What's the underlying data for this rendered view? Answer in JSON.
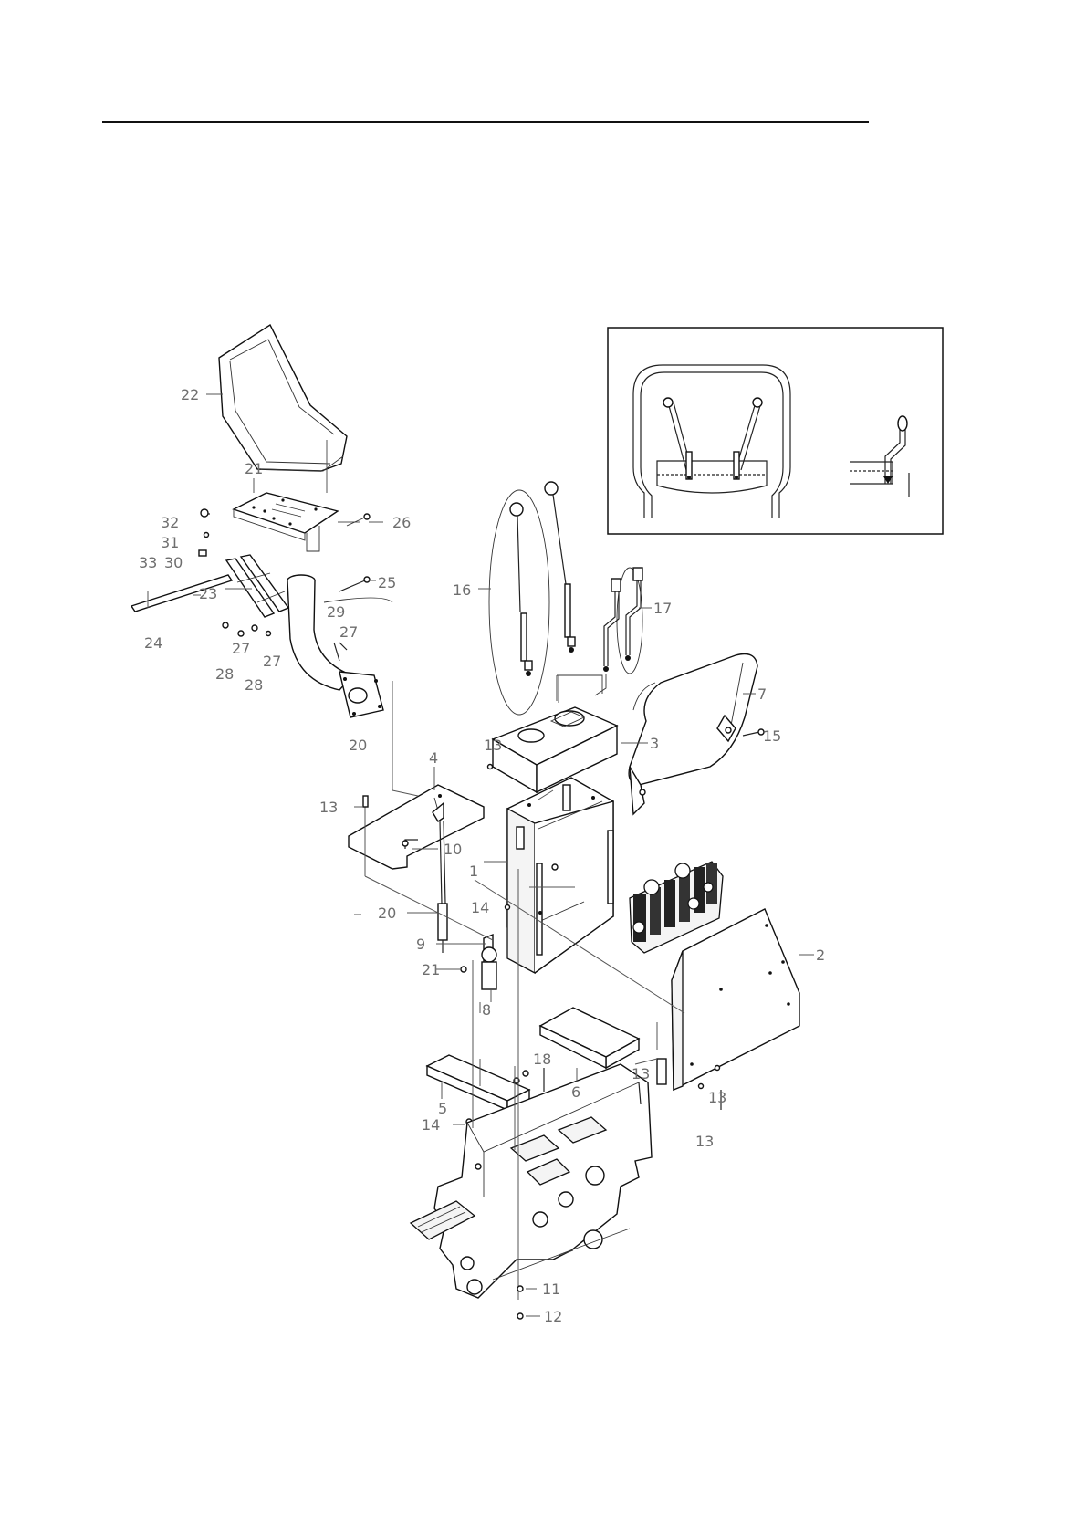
{
  "callouts": {
    "c1": "1",
    "c2": "2",
    "c3": "3",
    "c4": "4",
    "c5": "5",
    "c6": "6",
    "c7": "7",
    "c8": "8",
    "c9": "9",
    "c10": "10",
    "c11": "11",
    "c12": "12",
    "c13a": "13",
    "c13b": "13",
    "c13c": "13",
    "c13d": "13",
    "c13e": "13",
    "c14a": "14",
    "c14b": "14",
    "c15": "15",
    "c16": "16",
    "c17": "17",
    "c18": "18",
    "c20a": "20",
    "c20b": "20",
    "c21a": "21",
    "c21b": "21",
    "c22": "22",
    "c23": "23",
    "c24": "24",
    "c25": "25",
    "c26": "26",
    "c27a": "27",
    "c27b": "27",
    "c27c": "27",
    "c28a": "28",
    "c28b": "28",
    "c29": "29",
    "c30": "30",
    "c31": "31",
    "c32": "32",
    "c33": "33"
  },
  "colors": {
    "line": "#111111",
    "label": "#6e6e6e",
    "background": "#ffffff"
  }
}
